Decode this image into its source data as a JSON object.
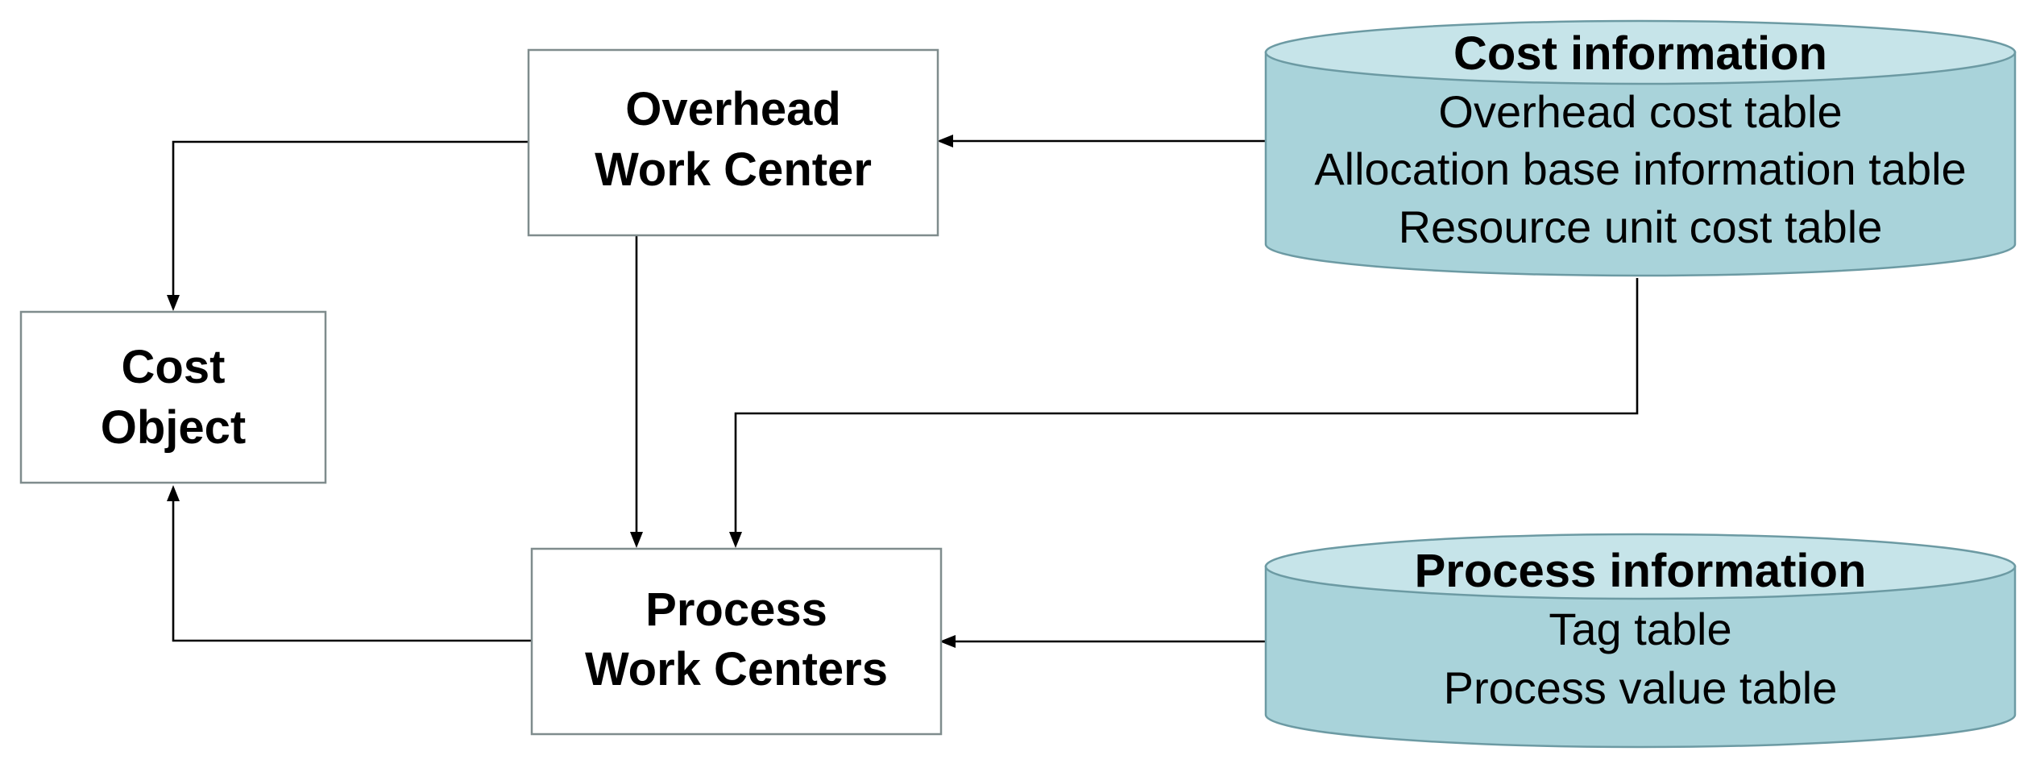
{
  "nodes": {
    "overhead_work_center": {
      "line1": "Overhead",
      "line2": "Work Center"
    },
    "cost_object": {
      "line1": "Cost",
      "line2": "Object"
    },
    "process_work_centers": {
      "line1": "Process",
      "line2": "Work Centers"
    }
  },
  "databases": {
    "cost_information": {
      "title": "Cost information",
      "items": [
        "Overhead cost table",
        "Allocation base information table",
        "Resource unit cost table"
      ]
    },
    "process_information": {
      "title": "Process information",
      "items": [
        "Tag table",
        "Process value table"
      ]
    }
  },
  "colors": {
    "database_fill": "#a9d3da",
    "database_top": "#c6e4e9",
    "box_border": "#7f8c8d"
  }
}
